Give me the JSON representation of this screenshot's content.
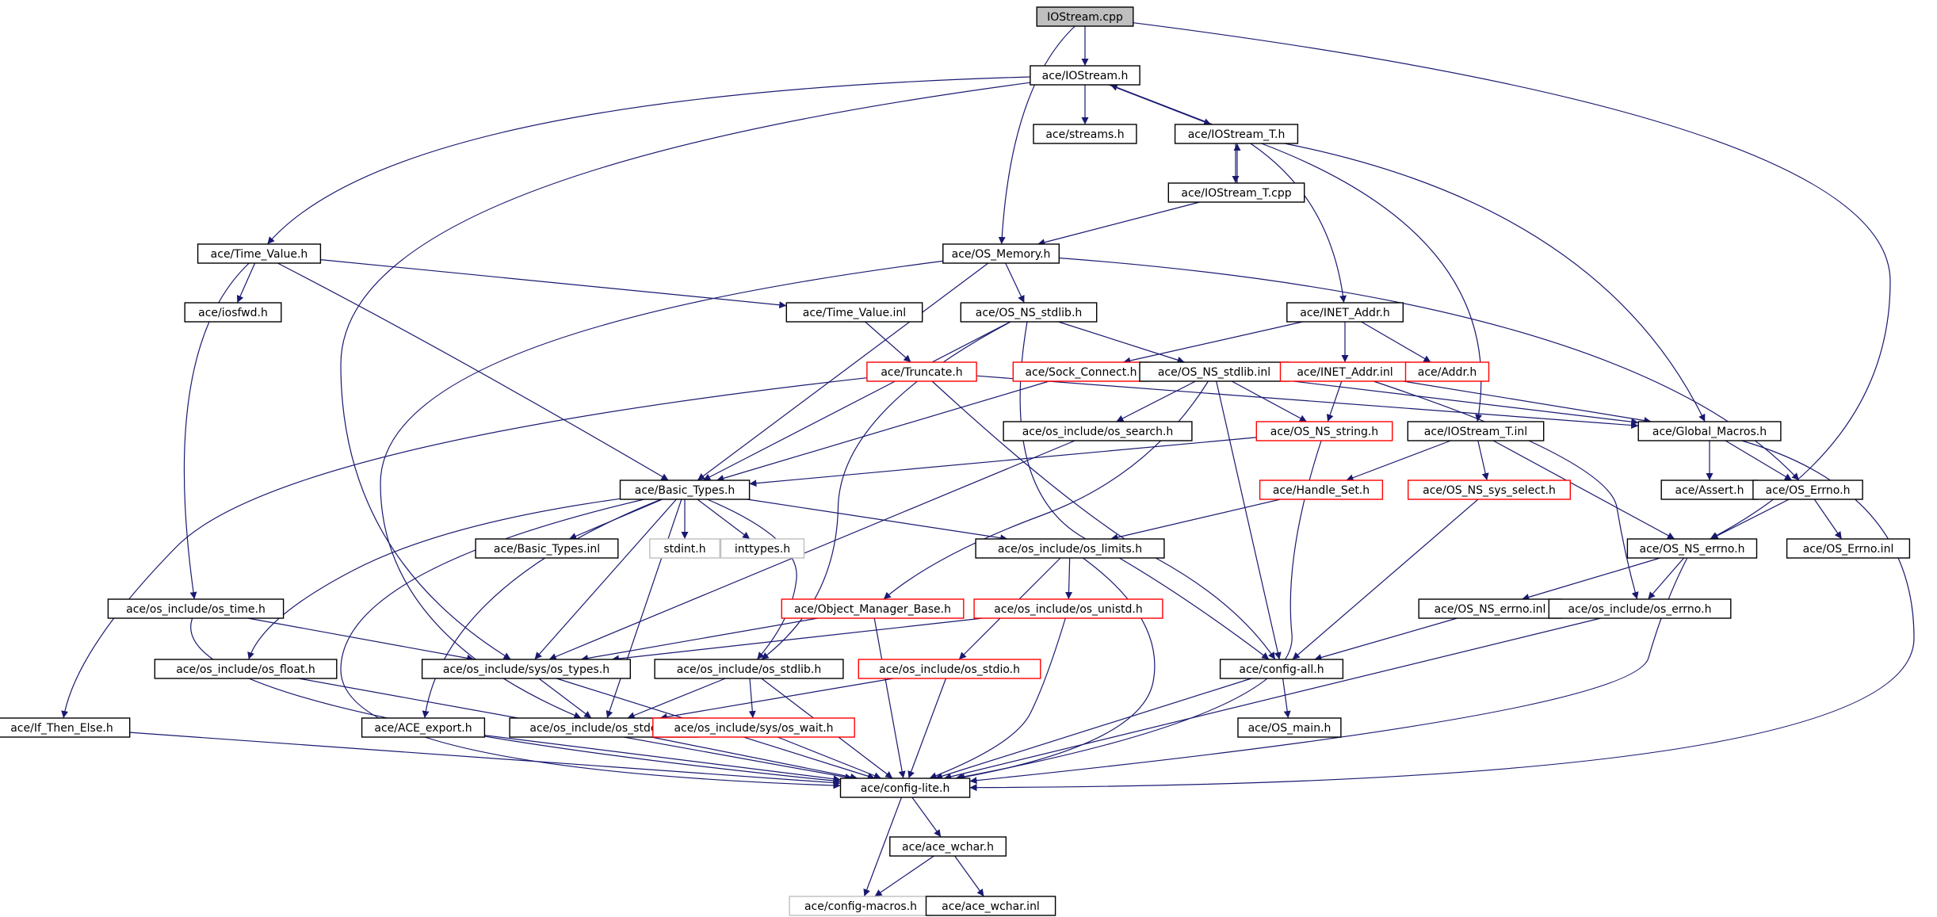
{
  "colors": {
    "edge": "#191970",
    "root_fill": "#bfbfbf",
    "normal_border": "#000000",
    "truncated_border": "#ff0000",
    "missing_border": "#bfbfbf",
    "missing_text": "#808080"
  },
  "nodes": [
    {
      "id": "n0",
      "label": "IOStream.cpp",
      "style": "root"
    },
    {
      "id": "n1",
      "label": "ace/IOStream.h",
      "style": "normal"
    },
    {
      "id": "n2",
      "label": "ace/streams.h",
      "style": "normal"
    },
    {
      "id": "n3",
      "label": "ace/IOStream_T.h",
      "style": "normal"
    },
    {
      "id": "n4",
      "label": "ace/IOStream_T.cpp",
      "style": "normal"
    },
    {
      "id": "n5",
      "label": "ace/Time_Value.h",
      "style": "normal"
    },
    {
      "id": "n6",
      "label": "ace/OS_Memory.h",
      "style": "normal"
    },
    {
      "id": "n7",
      "label": "ace/iosfwd.h",
      "style": "normal"
    },
    {
      "id": "n8",
      "label": "ace/Time_Value.inl",
      "style": "normal"
    },
    {
      "id": "n9",
      "label": "ace/OS_NS_stdlib.h",
      "style": "normal"
    },
    {
      "id": "n10",
      "label": "ace/INET_Addr.h",
      "style": "normal"
    },
    {
      "id": "n11",
      "label": "ace/Truncate.h",
      "style": "truncated"
    },
    {
      "id": "n12",
      "label": "ace/Sock_Connect.h",
      "style": "truncated"
    },
    {
      "id": "n13",
      "label": "ace/OS_NS_stdlib.inl",
      "style": "normal"
    },
    {
      "id": "n14",
      "label": "ace/INET_Addr.inl",
      "style": "truncated"
    },
    {
      "id": "n15",
      "label": "ace/Addr.h",
      "style": "truncated"
    },
    {
      "id": "n16",
      "label": "ace/os_include/os_search.h",
      "style": "normal"
    },
    {
      "id": "n17",
      "label": "ace/OS_NS_string.h",
      "style": "truncated"
    },
    {
      "id": "n18",
      "label": "ace/IOStream_T.inl",
      "style": "normal"
    },
    {
      "id": "n19",
      "label": "ace/Global_Macros.h",
      "style": "normal"
    },
    {
      "id": "n20",
      "label": "ace/Basic_Types.h",
      "style": "normal"
    },
    {
      "id": "n21",
      "label": "ace/Handle_Set.h",
      "style": "truncated"
    },
    {
      "id": "n22",
      "label": "ace/OS_NS_sys_select.h",
      "style": "truncated"
    },
    {
      "id": "n23",
      "label": "ace/Assert.h",
      "style": "normal"
    },
    {
      "id": "n24",
      "label": "ace/OS_Errno.h",
      "style": "normal"
    },
    {
      "id": "n25",
      "label": "ace/Basic_Types.inl",
      "style": "normal"
    },
    {
      "id": "n26",
      "label": "stdint.h",
      "style": "missing"
    },
    {
      "id": "n27",
      "label": "inttypes.h",
      "style": "missing"
    },
    {
      "id": "n28",
      "label": "ace/os_include/os_limits.h",
      "style": "normal"
    },
    {
      "id": "n29",
      "label": "ace/OS_NS_errno.h",
      "style": "normal"
    },
    {
      "id": "n30",
      "label": "ace/OS_Errno.inl",
      "style": "normal"
    },
    {
      "id": "n31",
      "label": "ace/os_include/os_time.h",
      "style": "normal"
    },
    {
      "id": "n32",
      "label": "ace/Object_Manager_Base.h",
      "style": "truncated"
    },
    {
      "id": "n33",
      "label": "ace/os_include/os_unistd.h",
      "style": "truncated"
    },
    {
      "id": "n34",
      "label": "ace/OS_NS_errno.inl",
      "style": "normal"
    },
    {
      "id": "n35",
      "label": "ace/os_include/os_errno.h",
      "style": "normal"
    },
    {
      "id": "n36",
      "label": "ace/os_include/os_float.h",
      "style": "normal"
    },
    {
      "id": "n37",
      "label": "ace/os_include/sys/os_types.h",
      "style": "normal"
    },
    {
      "id": "n38",
      "label": "ace/os_include/os_stdlib.h",
      "style": "normal"
    },
    {
      "id": "n39",
      "label": "ace/os_include/os_stdio.h",
      "style": "truncated"
    },
    {
      "id": "n40",
      "label": "ace/config-all.h",
      "style": "normal"
    },
    {
      "id": "n41",
      "label": "ace/If_Then_Else.h",
      "style": "normal"
    },
    {
      "id": "n42",
      "label": "ace/ACE_export.h",
      "style": "normal"
    },
    {
      "id": "n43",
      "label": "ace/os_include/os_stddef.h",
      "style": "normal"
    },
    {
      "id": "n44",
      "label": "ace/os_include/sys/os_wait.h",
      "style": "truncated"
    },
    {
      "id": "n45",
      "label": "ace/OS_main.h",
      "style": "normal"
    },
    {
      "id": "n46",
      "label": "ace/config-lite.h",
      "style": "normal"
    },
    {
      "id": "n47",
      "label": "ace/ace_wchar.h",
      "style": "normal"
    },
    {
      "id": "n48",
      "label": "ace/config-macros.h",
      "style": "missing"
    },
    {
      "id": "n49",
      "label": "ace/ace_wchar.inl",
      "style": "normal"
    }
  ],
  "edges": [
    [
      "n0",
      "n1"
    ],
    [
      "n0",
      "n6"
    ],
    [
      "n0",
      "n29"
    ],
    [
      "n1",
      "n2"
    ],
    [
      "n1",
      "n3"
    ],
    [
      "n1",
      "n5"
    ],
    [
      "n1",
      "n37"
    ],
    [
      "n3",
      "n1"
    ],
    [
      "n3",
      "n4"
    ],
    [
      "n3",
      "n10"
    ],
    [
      "n3",
      "n18"
    ],
    [
      "n3",
      "n19"
    ],
    [
      "n4",
      "n3"
    ],
    [
      "n4",
      "n6"
    ],
    [
      "n5",
      "n7"
    ],
    [
      "n5",
      "n8"
    ],
    [
      "n5",
      "n20"
    ],
    [
      "n5",
      "n31"
    ],
    [
      "n6",
      "n9"
    ],
    [
      "n6",
      "n20"
    ],
    [
      "n6",
      "n24"
    ],
    [
      "n6",
      "n43"
    ],
    [
      "n8",
      "n11"
    ],
    [
      "n9",
      "n13"
    ],
    [
      "n9",
      "n20"
    ],
    [
      "n9",
      "n38"
    ],
    [
      "n9",
      "n40"
    ],
    [
      "n10",
      "n12"
    ],
    [
      "n10",
      "n14"
    ],
    [
      "n10",
      "n15"
    ],
    [
      "n11",
      "n19"
    ],
    [
      "n11",
      "n40"
    ],
    [
      "n11",
      "n41"
    ],
    [
      "n12",
      "n20"
    ],
    [
      "n13",
      "n16"
    ],
    [
      "n13",
      "n17"
    ],
    [
      "n13",
      "n19"
    ],
    [
      "n13",
      "n32"
    ],
    [
      "n13",
      "n40"
    ],
    [
      "n14",
      "n17"
    ],
    [
      "n14",
      "n19"
    ],
    [
      "n14",
      "n35"
    ],
    [
      "n16",
      "n37"
    ],
    [
      "n17",
      "n20"
    ],
    [
      "n17",
      "n46"
    ],
    [
      "n18",
      "n21"
    ],
    [
      "n18",
      "n22"
    ],
    [
      "n18",
      "n29"
    ],
    [
      "n19",
      "n23"
    ],
    [
      "n19",
      "n24"
    ],
    [
      "n19",
      "n46"
    ],
    [
      "n20",
      "n25"
    ],
    [
      "n20",
      "n26"
    ],
    [
      "n20",
      "n27"
    ],
    [
      "n20",
      "n28"
    ],
    [
      "n20",
      "n36"
    ],
    [
      "n20",
      "n37"
    ],
    [
      "n20",
      "n38"
    ],
    [
      "n20",
      "n42"
    ],
    [
      "n20",
      "n43"
    ],
    [
      "n20",
      "n46"
    ],
    [
      "n21",
      "n28"
    ],
    [
      "n22",
      "n40"
    ],
    [
      "n24",
      "n29"
    ],
    [
      "n24",
      "n30"
    ],
    [
      "n28",
      "n33"
    ],
    [
      "n28",
      "n39"
    ],
    [
      "n28",
      "n46"
    ],
    [
      "n29",
      "n34"
    ],
    [
      "n29",
      "n35"
    ],
    [
      "n29",
      "n46"
    ],
    [
      "n31",
      "n37"
    ],
    [
      "n31",
      "n46"
    ],
    [
      "n32",
      "n37"
    ],
    [
      "n32",
      "n46"
    ],
    [
      "n33",
      "n37"
    ],
    [
      "n33",
      "n46"
    ],
    [
      "n34",
      "n40"
    ],
    [
      "n35",
      "n46"
    ],
    [
      "n36",
      "n46"
    ],
    [
      "n37",
      "n43"
    ],
    [
      "n37",
      "n46"
    ],
    [
      "n38",
      "n43"
    ],
    [
      "n38",
      "n44"
    ],
    [
      "n38",
      "n46"
    ],
    [
      "n39",
      "n43"
    ],
    [
      "n39",
      "n46"
    ],
    [
      "n40",
      "n45"
    ],
    [
      "n40",
      "n46"
    ],
    [
      "n41",
      "n46"
    ],
    [
      "n42",
      "n46"
    ],
    [
      "n43",
      "n46"
    ],
    [
      "n44",
      "n46"
    ],
    [
      "n46",
      "n47"
    ],
    [
      "n46",
      "n48"
    ],
    [
      "n47",
      "n48"
    ],
    [
      "n47",
      "n49"
    ]
  ]
}
